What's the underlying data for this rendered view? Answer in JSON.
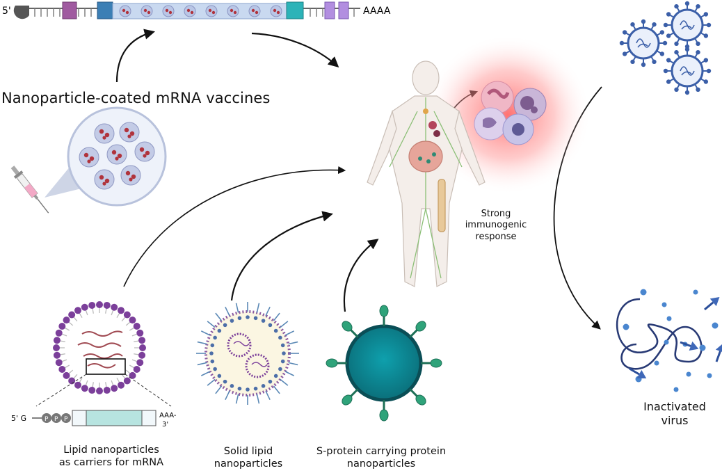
{
  "title": "Nanoparticle-coated mRNA vaccines",
  "mrna_strand": {
    "five_prime": "5'",
    "poly_a": "AAAA"
  },
  "response_label": {
    "line1": "Strong",
    "line2": "immunogenic",
    "line3": "response"
  },
  "carriers": [
    {
      "line1": "Lipid nanoparticles",
      "line2": "as carriers for mRNA"
    },
    {
      "line1": "Solid lipid",
      "line2": "nanoparticles"
    },
    {
      "line1": "S-protein carrying protein",
      "line2": "nanoparticles"
    }
  ],
  "mrna_construct": {
    "cap_prefix": "5' G",
    "phosphates": [
      "P",
      "P",
      "P"
    ],
    "tail_top": "AAA-",
    "tail_bottom": "3'"
  },
  "outcome": {
    "line1": "Inactivated",
    "line2": "virus"
  },
  "colors": {
    "lipid_purple": "#7b3f9a",
    "nanoparticle_teal": "#0e7f8c",
    "spike_green": "#2fa37a",
    "virus_blue": "#3b5fa8",
    "glow_red": "#ff6b6b"
  }
}
